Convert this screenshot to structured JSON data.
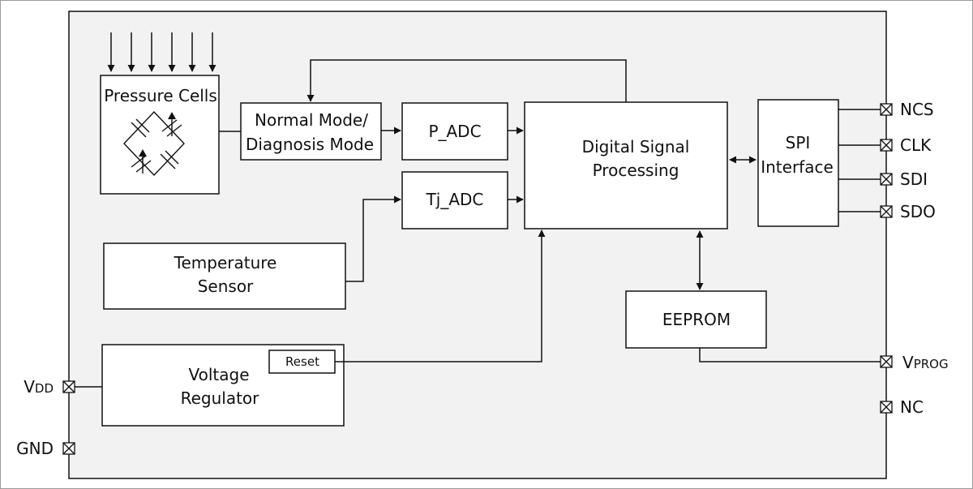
{
  "colors": {
    "chip_fill": "#f2f2f2",
    "line": "#111111",
    "block_fill": "#ffffff"
  },
  "blocks": {
    "pressure_cells": "Pressure Cells",
    "mode_line1": "Normal Mode/",
    "mode_line2": "Diagnosis Mode",
    "p_adc": "P_ADC",
    "tj_adc": "Tj_ADC",
    "dsp_line1": "Digital Signal",
    "dsp_line2": "Processing",
    "spi_line1": "SPI",
    "spi_line2": "Interface",
    "temp_line1": "Temperature",
    "temp_line2": "Sensor",
    "eeprom": "EEPROM",
    "vreg_line1": "Voltage",
    "vreg_line2": "Regulator",
    "reset": "Reset"
  },
  "pins": {
    "ncs": "NCS",
    "clk": "CLK",
    "sdi": "SDI",
    "sdo": "SDO",
    "vprog_main": "V",
    "vprog_sub": "PROG",
    "nc": "NC",
    "vdd_main": "V",
    "vdd_sub": "DD",
    "gnd": "GND"
  }
}
